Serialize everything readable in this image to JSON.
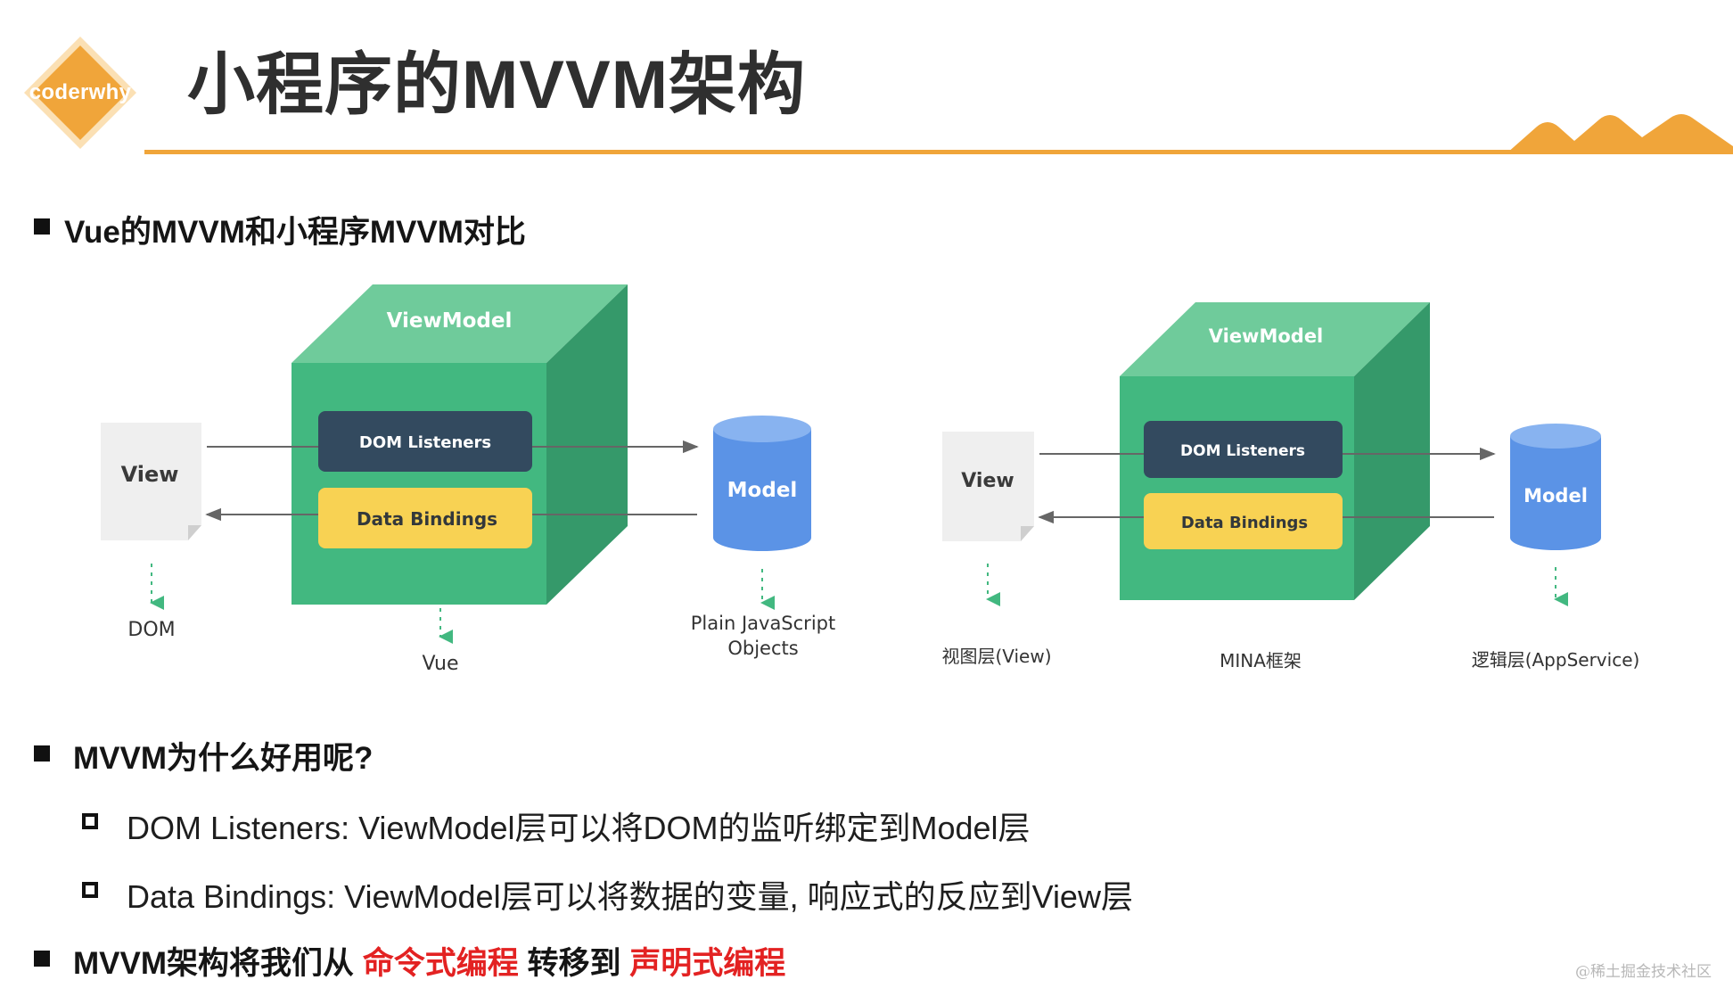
{
  "brand": {
    "logo_text": "coderwhy",
    "accent": "#f0a53a"
  },
  "header": {
    "title": "小程序的MVVM架构"
  },
  "section1": {
    "heading": "Vue的MVVM和小程序MVVM对比",
    "vue_diagram": {
      "viewmodel": "ViewModel",
      "dom_listeners": "DOM Listeners",
      "data_bindings": "Data Bindings",
      "view": "View",
      "model": "Model",
      "dom_label": "DOM",
      "vue_label": "Vue",
      "model_caption_line1": "Plain JavaScript",
      "model_caption_line2": "Objects"
    },
    "mina_diagram": {
      "viewmodel": "ViewModel",
      "dom_listeners": "DOM Listeners",
      "data_bindings": "Data Bindings",
      "view": "View",
      "model": "Model",
      "view_caption": "视图层(View)",
      "center_caption": "MINA框架",
      "model_caption": "逻辑层(AppService)"
    },
    "colors": {
      "cube_front": "#42b880",
      "cube_top": "#6fcb9b",
      "cube_side": "#35996a",
      "dom_listeners_bg": "#334a5f",
      "data_bindings_bg": "#f8d253",
      "model": "#5b93e6"
    }
  },
  "section2": {
    "heading": "MVVM为什么好用呢?",
    "bullets": [
      "DOM Listeners: ViewModel层可以将DOM的监听绑定到Model层",
      "Data Bindings: ViewModel层可以将数据的变量, 响应式的反应到View层"
    ]
  },
  "section3": {
    "prefix": "MVVM架构将我们从",
    "highlight1": "命令式编程",
    "middle": "转移到",
    "highlight2": "声明式编程"
  },
  "watermark": "@稀土掘金技术社区"
}
